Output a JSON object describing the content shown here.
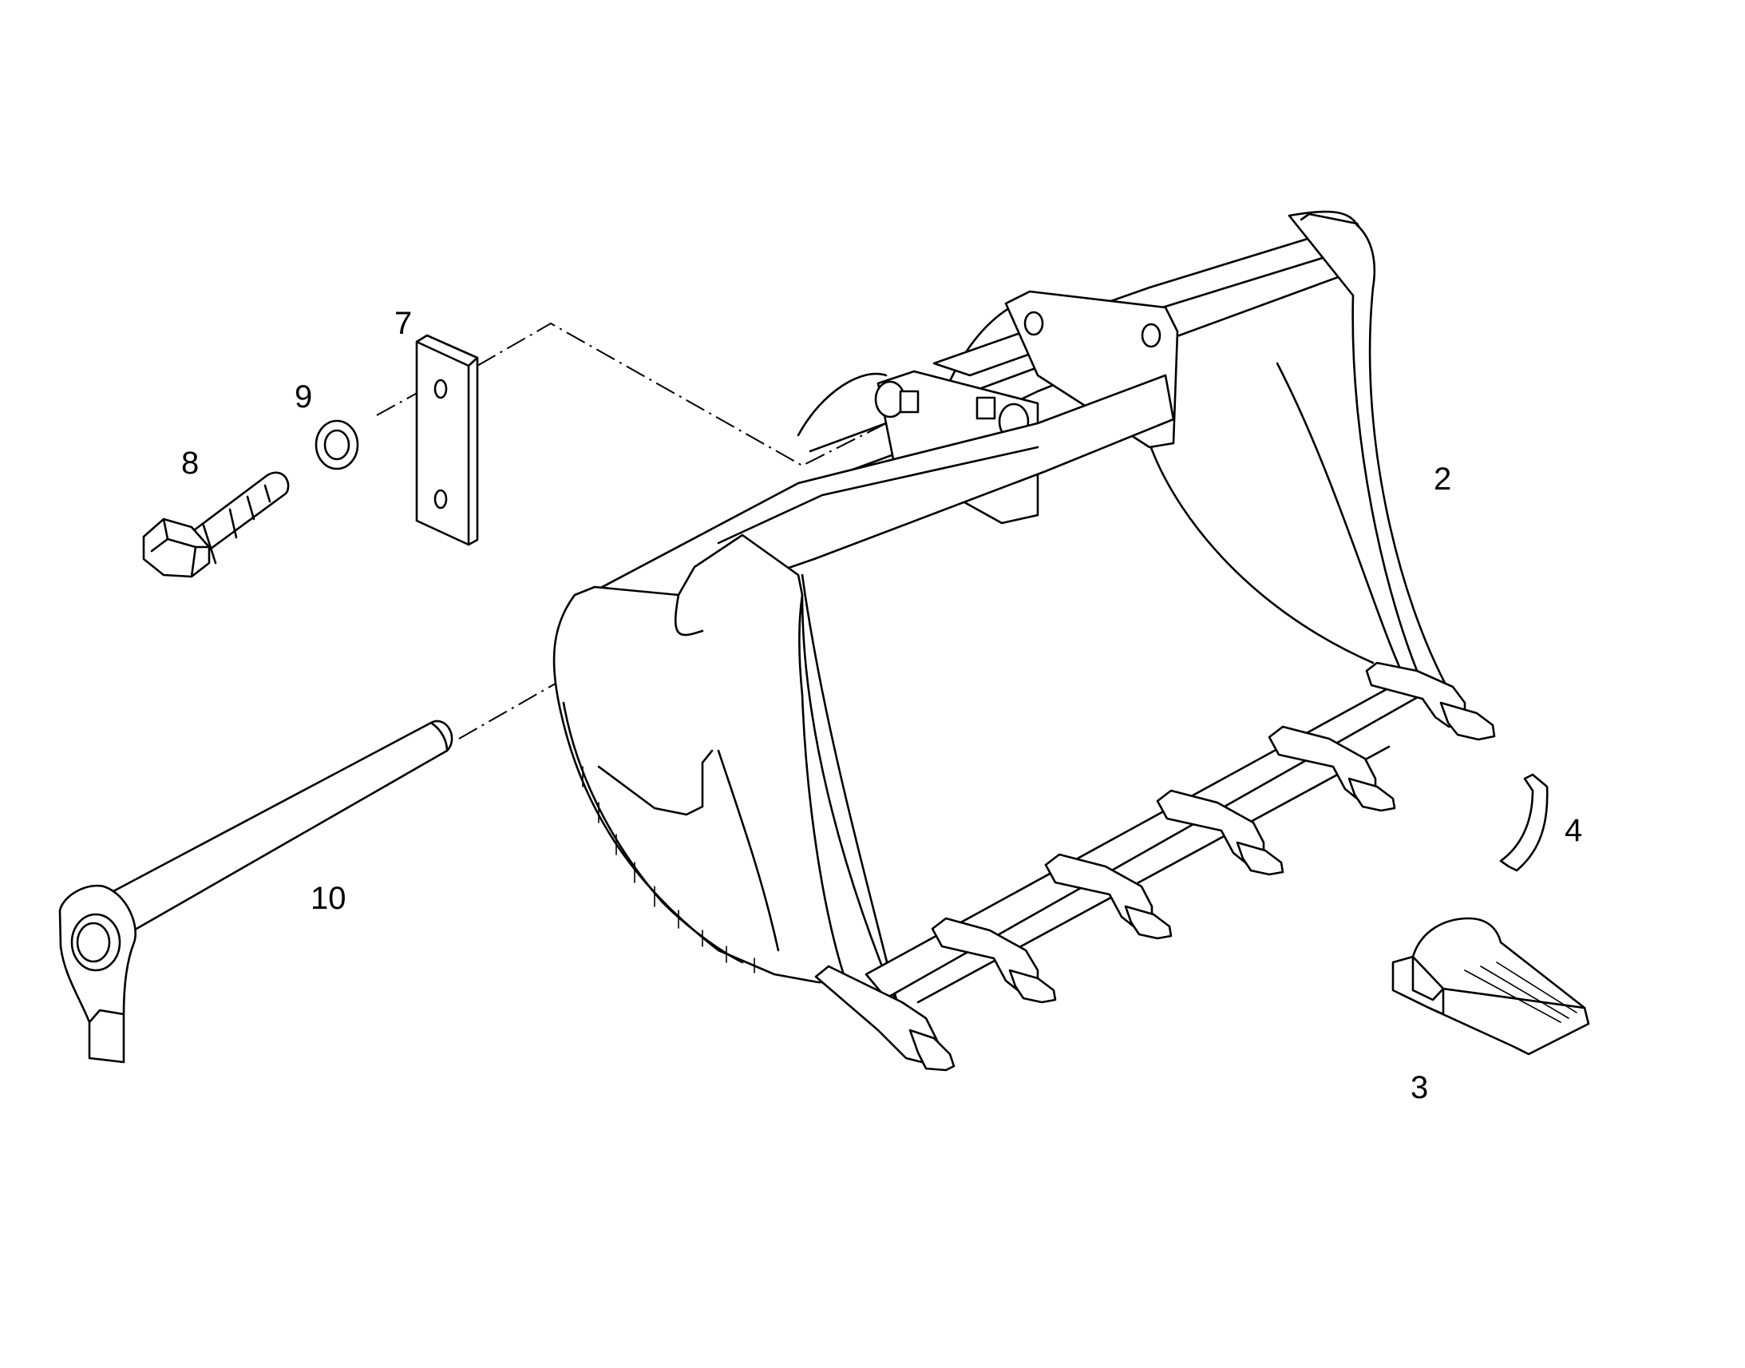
{
  "diagram": {
    "callouts": [
      {
        "id": "2",
        "text": "2"
      },
      {
        "id": "3",
        "text": "3"
      },
      {
        "id": "4",
        "text": "4"
      },
      {
        "id": "7",
        "text": "7"
      },
      {
        "id": "8",
        "text": "8"
      },
      {
        "id": "9",
        "text": "9"
      },
      {
        "id": "10",
        "text": "10"
      }
    ]
  }
}
